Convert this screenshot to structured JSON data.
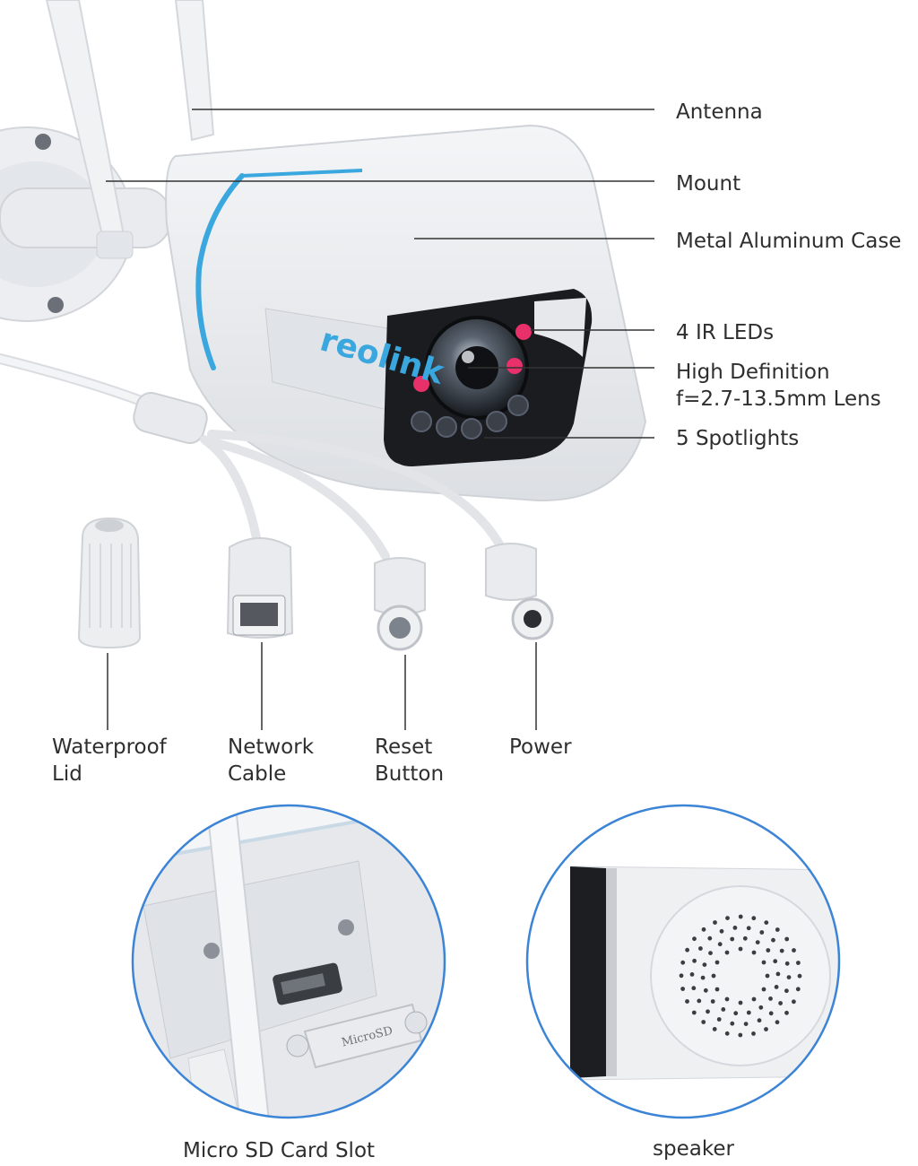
{
  "brand": "reolink",
  "callouts": {
    "antenna": "Antenna",
    "mount": "Mount",
    "case": "Metal Aluminum Case",
    "ir_leds": "4 IR LEDs",
    "lens_line1": "High Definition",
    "lens_line2": "f=2.7-13.5mm Lens",
    "spotlights": "5 Spotlights"
  },
  "ports": {
    "lid_line1": "Waterproof",
    "lid_line2": "Lid",
    "network_line1": "Network",
    "network_line2": "Cable",
    "reset_line1": "Reset",
    "reset_line2": "Button",
    "power": "Power"
  },
  "details": {
    "sd_slot": "Micro SD Card Slot",
    "sd_card_text": "MicroSD",
    "speaker": "speaker"
  },
  "colors": {
    "accent_stripe": "#3aa7df",
    "ir_led": "#e8306a",
    "leader_line": "#333333",
    "circle_border": "#3c84d6"
  }
}
